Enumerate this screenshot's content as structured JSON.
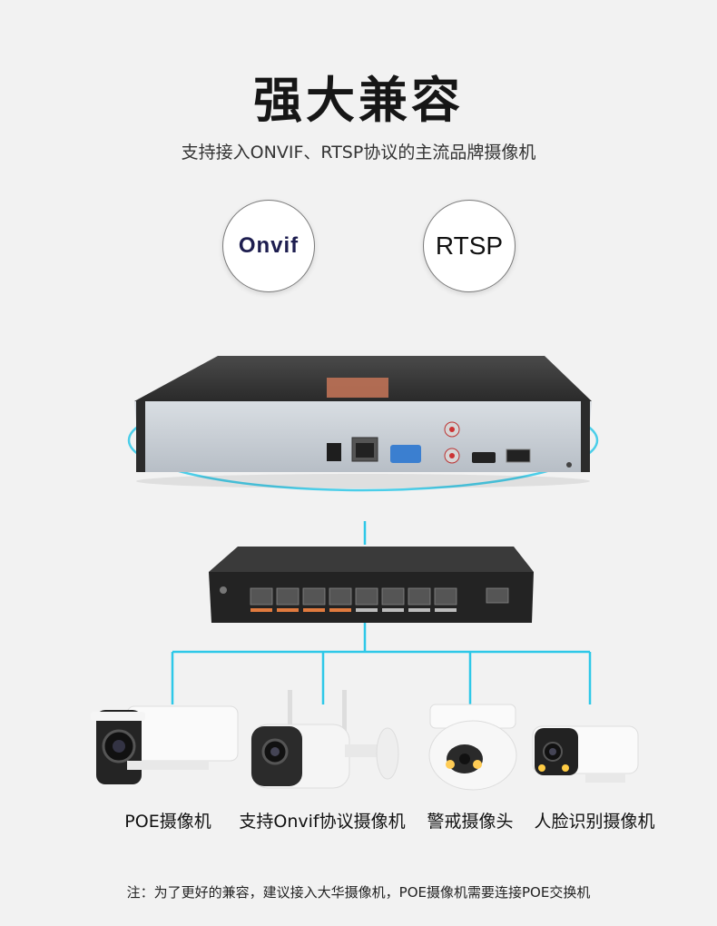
{
  "header": {
    "title": "强大兼容",
    "subtitle": "支持接入ONVIF、RTSP协议的主流品牌摄像机"
  },
  "protocols": {
    "onvif_logo_text": "Onvif",
    "rtsp_label": "RTSP"
  },
  "cameras": [
    {
      "label": "POE摄像机"
    },
    {
      "label": "支持Onvif协议摄像机"
    },
    {
      "label": "警戒摄像头"
    },
    {
      "label": "人脸识别摄像机"
    }
  ],
  "footer": {
    "note": "注：为了更好的兼容，建议接入大华摄像机，POE摄像机需要连接POE交换机"
  },
  "colors": {
    "line": "#2ec8e8",
    "background": "#f2f2f2",
    "title": "#161616"
  }
}
